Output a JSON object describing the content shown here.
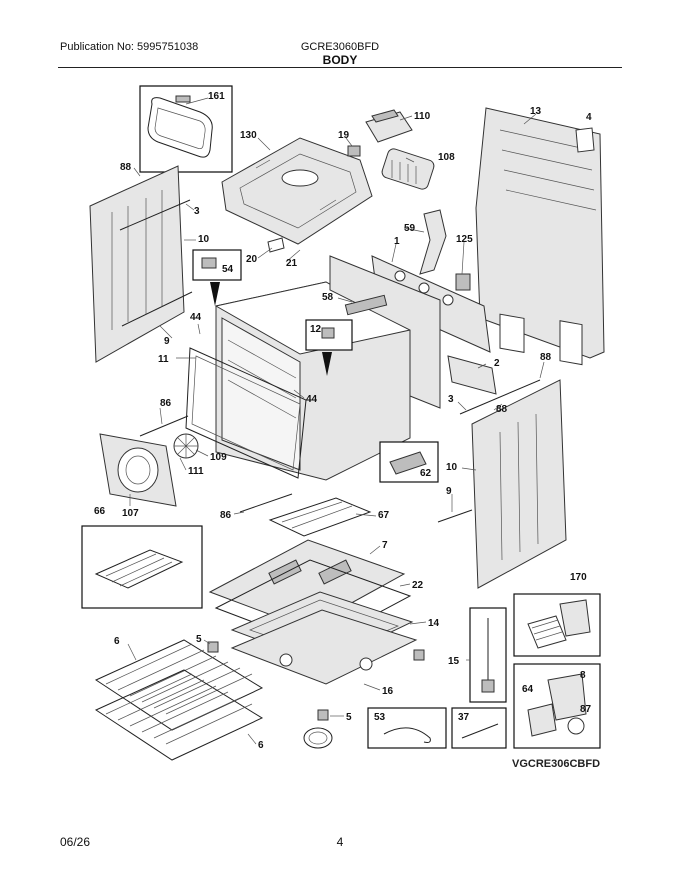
{
  "header": {
    "publication": "Publication No: 5995751038",
    "model": "GCRE3060BFD",
    "section": "BODY"
  },
  "footer": {
    "date": "06/26",
    "page": "4"
  },
  "diagram": {
    "drawing_code": "VGCRE306CBFD",
    "part_labels": {
      "p161": "161",
      "p110": "110",
      "p13": "13",
      "p4": "4",
      "p130": "130",
      "p19": "19",
      "p108": "108",
      "p88a": "88",
      "p3a": "3",
      "p59": "59",
      "p1": "1",
      "p125": "125",
      "p10a": "10",
      "p54": "54",
      "p20": "20",
      "p21": "21",
      "p58": "58",
      "p12": "12",
      "p44a": "44",
      "p9a": "9",
      "p11": "11",
      "p44b": "44",
      "p2": "2",
      "p88b": "88",
      "p3b": "3",
      "p88c": "88",
      "p86a": "86",
      "p109": "109",
      "p111": "111",
      "p62": "62",
      "p10b": "10",
      "p107": "107",
      "p66": "66",
      "p86b": "86",
      "p67": "67",
      "p9b": "9",
      "p7": "7",
      "p22": "22",
      "p170": "170",
      "p6a": "6",
      "p5a": "5",
      "p14": "14",
      "p15": "15",
      "p8": "8",
      "p64": "64",
      "p16": "16",
      "p87": "87",
      "p5b": "5",
      "p53": "53",
      "p37": "37",
      "p6b": "6"
    }
  }
}
